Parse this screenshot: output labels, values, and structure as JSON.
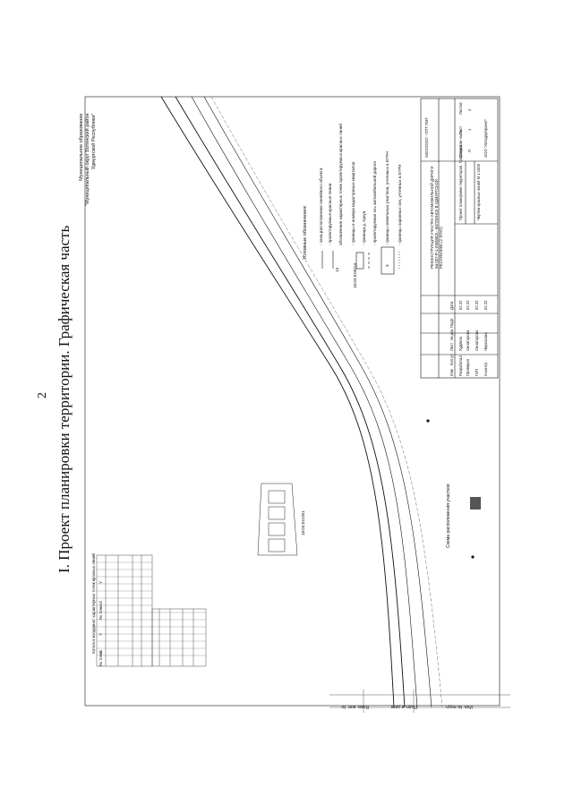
{
  "page": {
    "number": "2",
    "heading": "I. Проект планировки территории. Графическая часть"
  },
  "municipality": {
    "line1": "Муниципальное образование",
    "line2": "\"Муниципальный округ Вотинский район",
    "line3": "Удмуртской Республики\""
  },
  "legend": {
    "title": "Условные обозначения:",
    "items": [
      "- зона расположения линейного объекта",
      "- проектируемые красные линии",
      "обозначение характерных точек проектируемых красных линий",
      "- границы и номера кадастровых кварталов",
      "- граница д. Кукуи",
      "- проектируемая ось автомобильной дороги",
      "- границы земельных участков, учтенных в ЕГРН",
      "- границы охранных зон, учтенных в ЕГРН"
    ],
    "sym_point": "13",
    "sym_quarter": "18:04:023014",
    "sym_box": "3"
  },
  "stamp": {
    "code": "S002/22022 - ППТ ПМТ",
    "project": "РЕКОНСТРУКЦИЯ УЧАСТКА АВТОМОБИЛЬНОЙ ДОРОГИ Км 007-Р-1 ИЖЕВСК - ВОТКИНСК В УДМУРТСКОЙ РЕСПУБЛИКЕ (2 ЭТАП)",
    "sheet_name": "Проект планировки территории. Графическая часть",
    "drawing": "Чертеж красных линий М 1:1000",
    "org": "ООО \"Автодорпроект\"",
    "stage_label": "Стадия",
    "stage": "П",
    "sheet_label": "Лист",
    "sheet": "1",
    "sheets_label": "Листов",
    "sheets": "4",
    "rows": [
      "Разработал",
      "Проверил",
      "ГИП",
      "Н.контр."
    ],
    "names": [
      "Худяков",
      "Сенаторова",
      "Сенаторова",
      "Черкасова"
    ],
    "dates": [
      "02.22",
      "02.22",
      "02.22",
      "02.22"
    ],
    "cols": [
      "Изм",
      "Кол.уч",
      "Лист",
      "№ док.",
      "Подп.",
      "Дата"
    ]
  },
  "quarter_label": "18:04:011001",
  "scheme_label": "Схема расположения участков",
  "margin_notes": [
    "Взам. инв. №",
    "Подп. и дата",
    "Инв. № подл."
  ],
  "coord_table": {
    "title": "Каталог координат характерных точек красных линий",
    "headers": [
      "№ точки",
      "X",
      "Y",
      "№ точки",
      "X",
      "Y"
    ]
  }
}
